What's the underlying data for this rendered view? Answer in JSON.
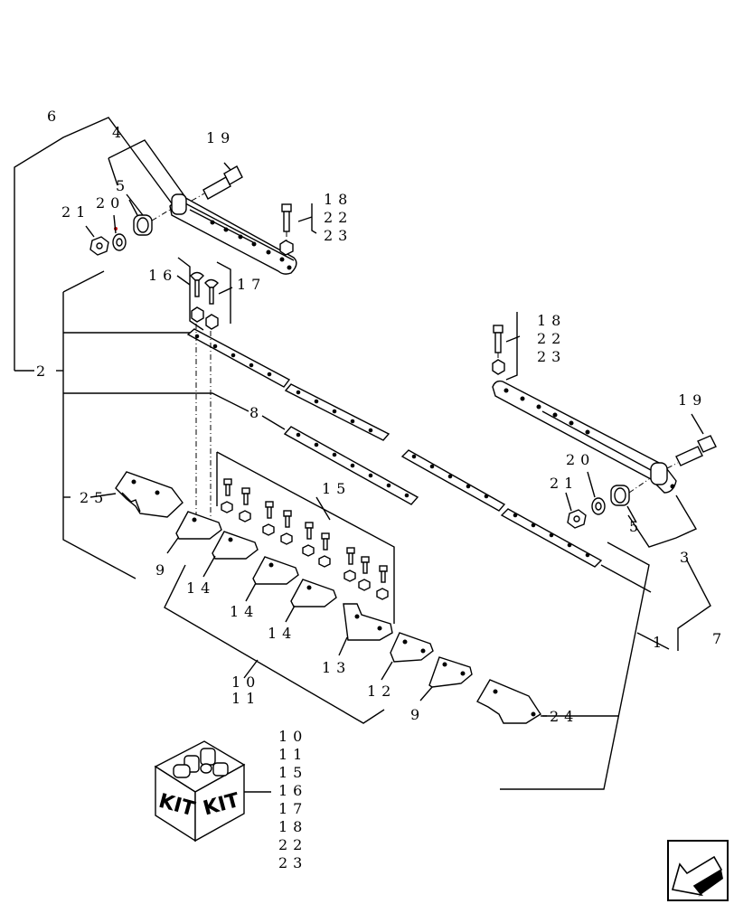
{
  "callouts": {
    "c1": "1",
    "c2": "2",
    "c3": "3",
    "c4": "4",
    "c5a": "5",
    "c5b": "5",
    "c6": "6",
    "c7": "7",
    "c8": "8",
    "c9a": "9",
    "c9b": "9",
    "c10": "10",
    "c11": "11",
    "c12": "12",
    "c13": "13",
    "c14a": "14",
    "c14b": "14",
    "c14c": "14",
    "c15": "15",
    "c16": "16",
    "c17": "17",
    "c18a": "18",
    "c22a": "22",
    "c23a": "23",
    "c18b": "18",
    "c22b": "22",
    "c23b": "23",
    "c19a": "19",
    "c19b": "19",
    "c20a": "20",
    "c21a": "21",
    "c20b": "20",
    "c21b": "21",
    "c24": "24",
    "c25": "25"
  },
  "kit": {
    "box_label_left": "KIT",
    "box_label_right": "KIT",
    "items": [
      "10",
      "11",
      "15",
      "16",
      "17",
      "18",
      "22",
      "23"
    ]
  },
  "nav_icon": "arrow-bottom-left-icon"
}
